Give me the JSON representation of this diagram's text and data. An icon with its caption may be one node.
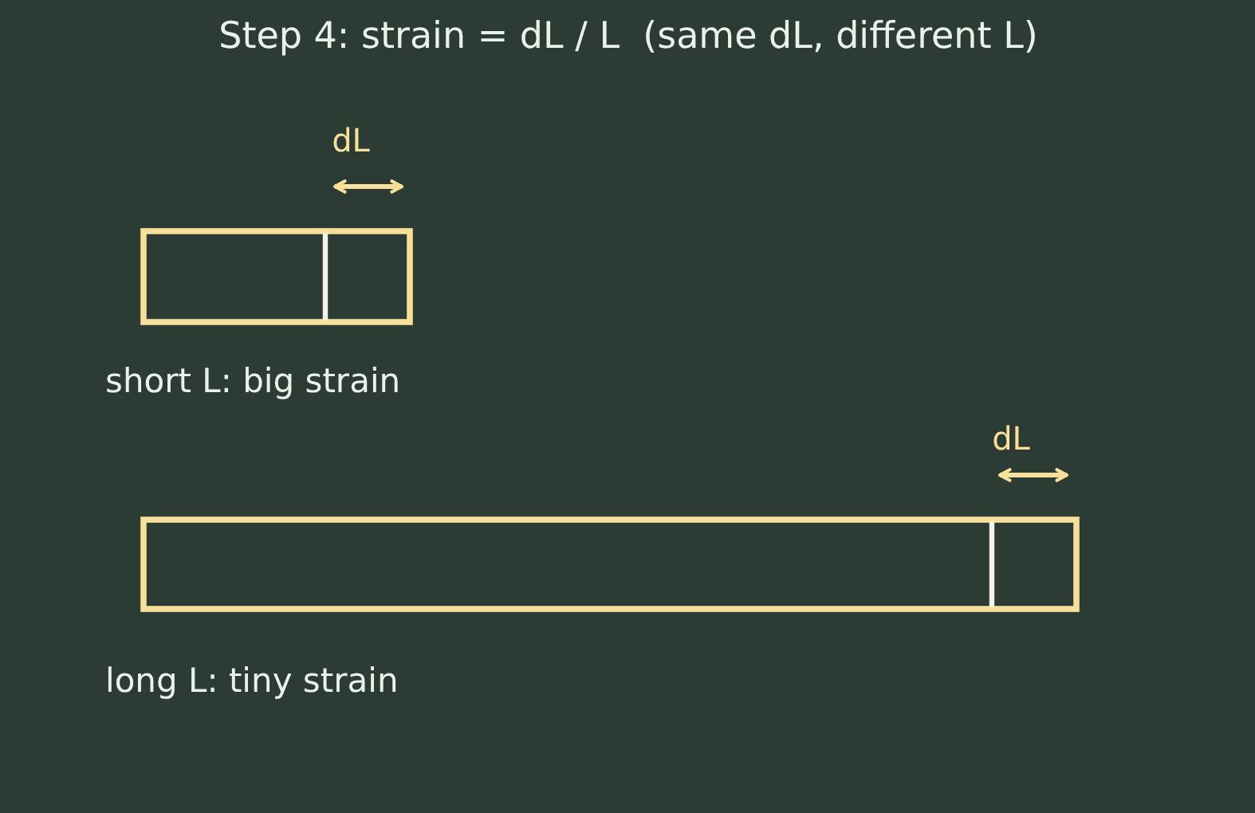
{
  "diagram": {
    "title": "Step 4: strain = dL / L  (same dL, different L)",
    "labels": [
      "dL",
      "short L: big strain",
      "dL",
      "long L: tiny strain"
    ]
  }
}
